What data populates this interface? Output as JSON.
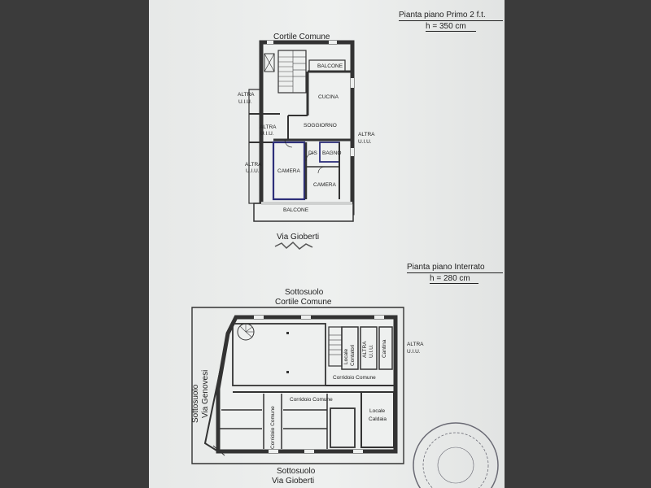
{
  "first_floor": {
    "title": "Pianta piano Primo 2 f.t.",
    "height": "h = 350 cm",
    "top_label": "Cortile Comune",
    "bottom_label": "Via Gioberti",
    "rooms": {
      "balcone_top": "BALCONE",
      "cucina": "CUCINA",
      "soggiorno": "SOGGIORNO",
      "dis": "DIS",
      "bagno": "BAGNO",
      "camera_left": "CAMERA",
      "camera_right": "CAMERA",
      "balcone_bottom": "BALCONE"
    },
    "neighbors": {
      "upper_left": [
        "ALTRA",
        "U.I.U."
      ],
      "mid_left": [
        "ALTRA",
        "U.I.U."
      ],
      "lower_left": [
        "ALTRA",
        "U.I.U."
      ],
      "right": [
        "ALTRA",
        "U.I.U."
      ]
    }
  },
  "basement": {
    "title": "Pianta piano Interrato",
    "height": "h = 280 cm",
    "top_label_1": "Sottosuolo",
    "top_label_2": "Cortile Comune",
    "left_label_1": "Sottosuolo",
    "left_label_2": "Via Genovesi",
    "bottom_label_1": "Sottosuolo",
    "bottom_label_2": "Via Gioberti",
    "rooms": {
      "locale_contatori_1": "Locale",
      "locale_contatori_2": "Contatori",
      "altra_uiu_1": "ALTRA",
      "altra_uiu_2": "U.I.U.",
      "cantina": "Cantina",
      "corridoio_comune_1": "Corridoio Comune",
      "corridoio_comune_2": "Corridoio Comune",
      "corridoio_comune_vertical": "Corridoio Comune",
      "locale_caldaia_1": "Locale",
      "locale_caldaia_2": "Caldaia"
    },
    "neighbor_right": [
      "ALTRA",
      "U.I.U."
    ]
  },
  "colors": {
    "paper": "#eef0ef",
    "background": "#3b3b3b",
    "ink": "#222222",
    "wall_fill": "#cfd1d0",
    "highlight": "#2d2f7a",
    "stamp": "#6a6a74"
  }
}
